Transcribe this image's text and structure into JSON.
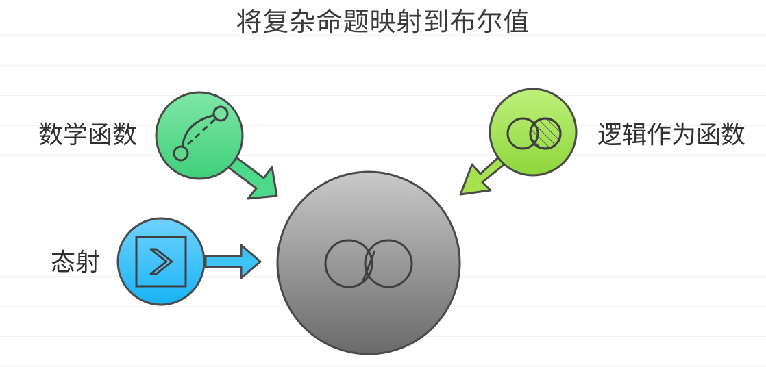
{
  "title": "将复杂命题映射到布尔值",
  "nodes": {
    "math_function": {
      "label": "数学函数",
      "icon": "dashed-curve-icon",
      "color_top": "#7fe6a6",
      "color_bottom": "#3fcf7a"
    },
    "morphism": {
      "label": "态射",
      "icon": "chevron-right-box-icon",
      "color_top": "#6fd2ff",
      "color_bottom": "#19b3f5"
    },
    "logic_function": {
      "label": "逻辑作为函数",
      "icon": "hatched-venn-icon",
      "color_top": "#bff07a",
      "color_bottom": "#8ed63c"
    },
    "boolean_center": {
      "icon": "venn-diagram-icon",
      "color_top": "#c6c6c6",
      "color_bottom": "#6f6f6f"
    }
  },
  "colors": {
    "outline": "#4a4a4a",
    "text": "#2f2f2f"
  }
}
